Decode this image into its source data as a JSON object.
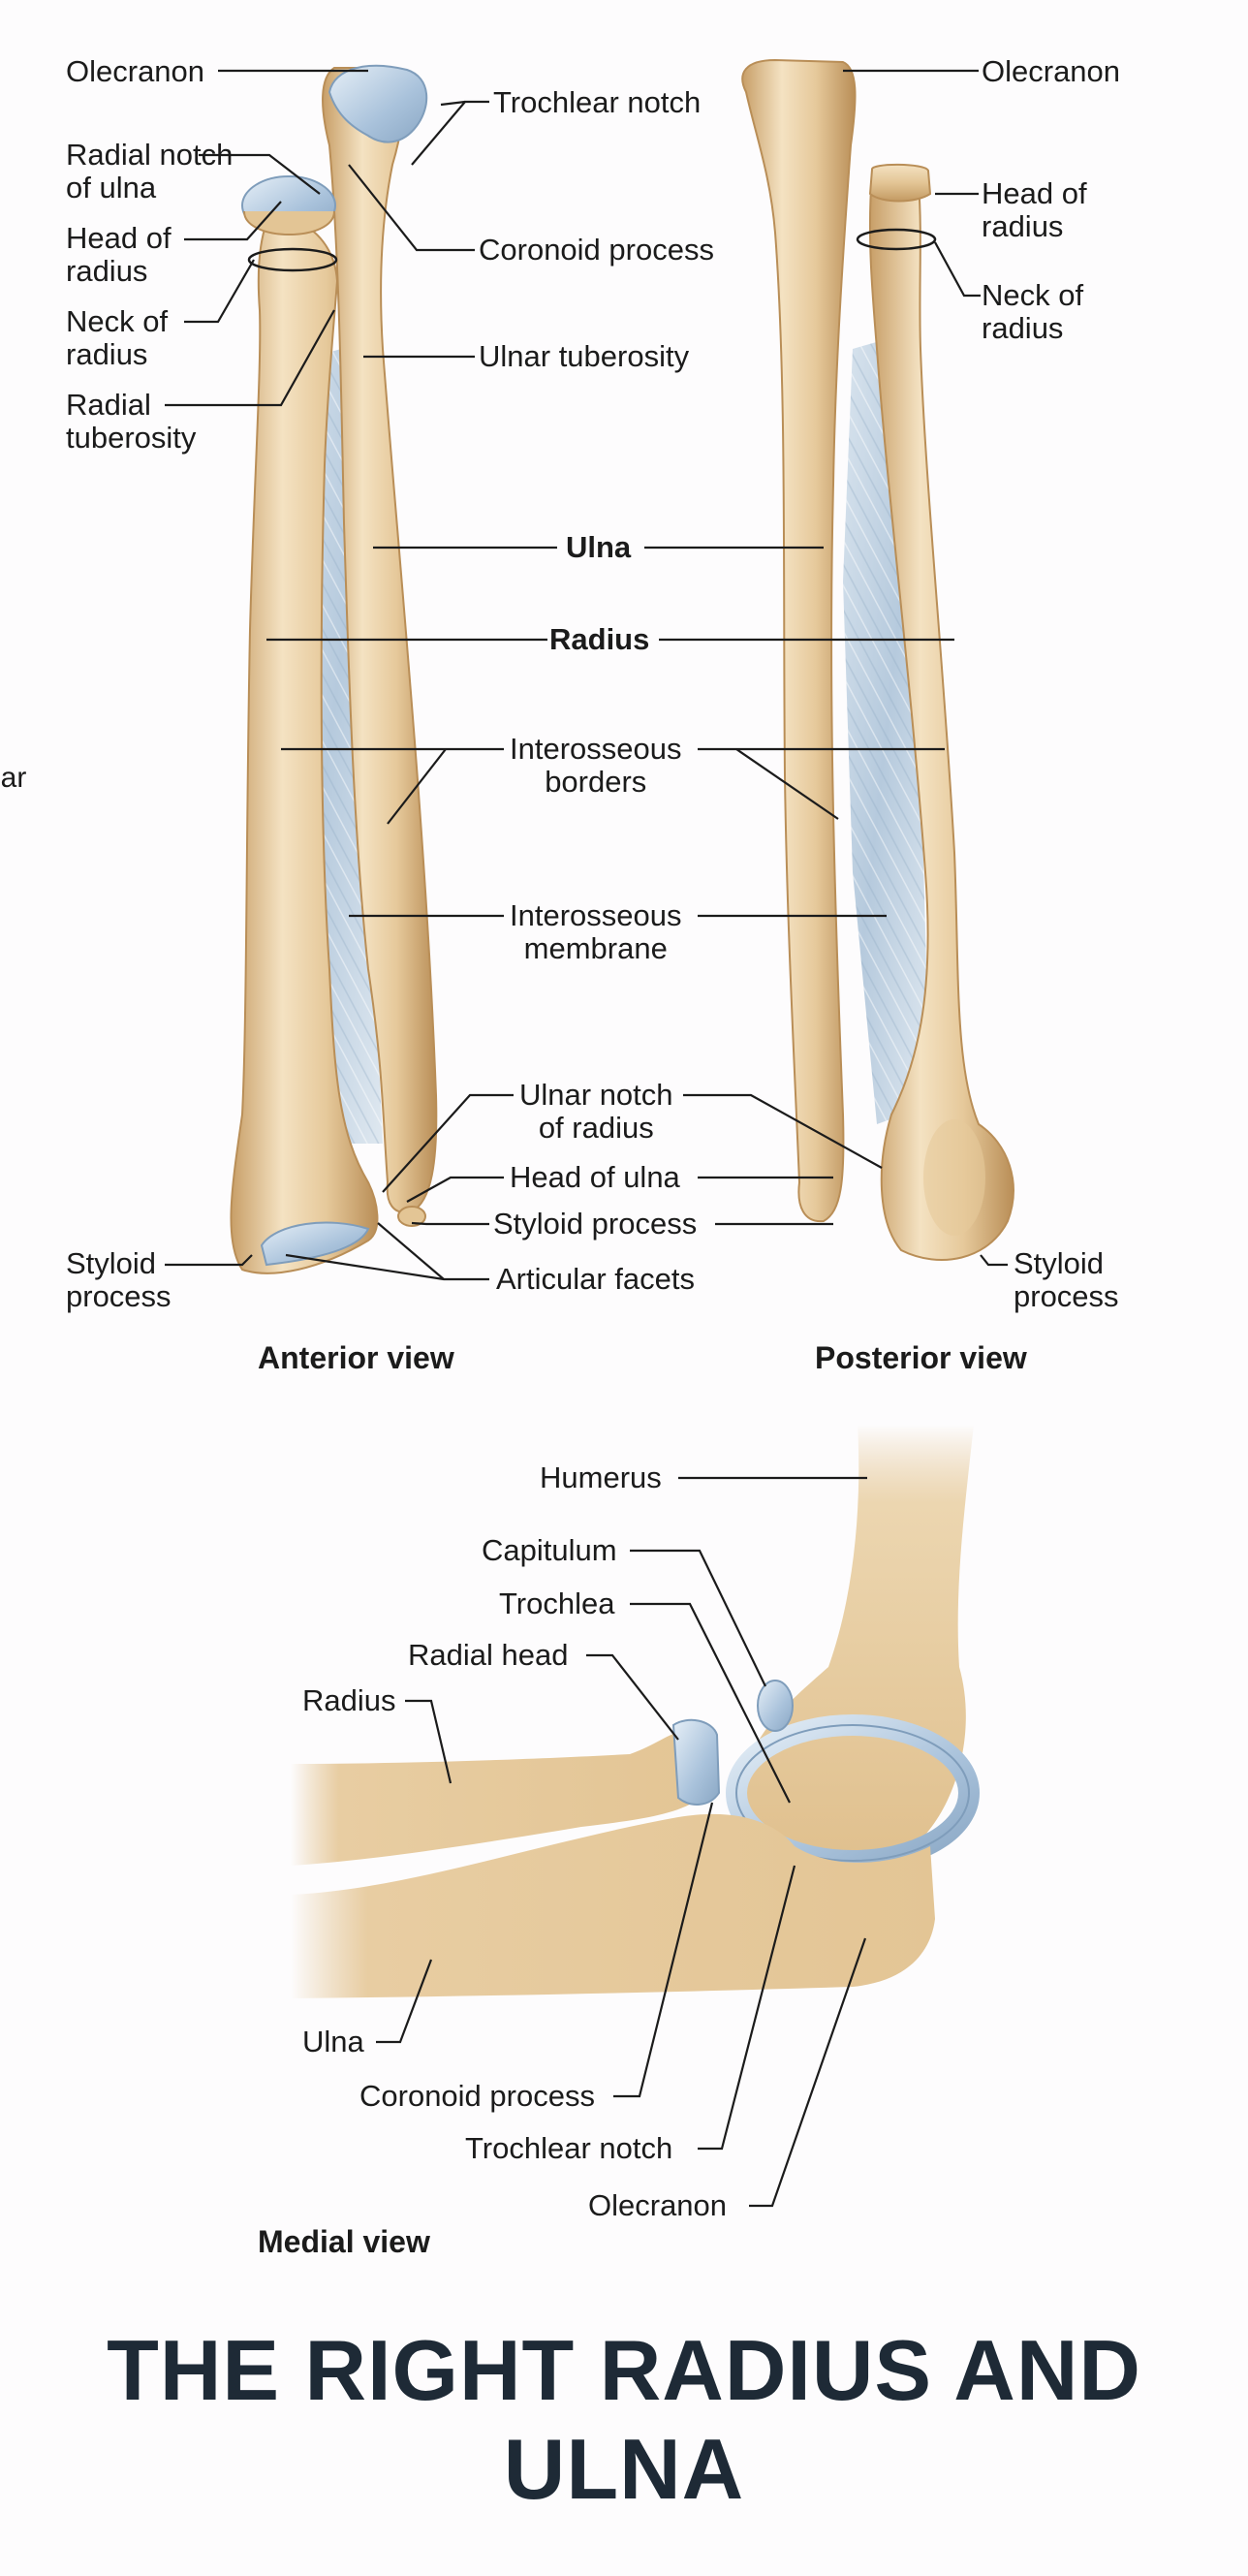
{
  "page": {
    "title": "THE RIGHT RADIUS AND ULNA",
    "clipped_left_text": "lar"
  },
  "views": {
    "anterior": {
      "caption": "Anterior view",
      "labels": {
        "olecranon": "Olecranon",
        "trochlear_notch": "Trochlear notch",
        "radial_notch": "Radial notch\nof ulna",
        "head_of_radius": "Head of\nradius",
        "coronoid_process": "Coronoid process",
        "neck_of_radius": "Neck of\nradius",
        "ulnar_tuberosity": "Ulnar tuberosity",
        "radial_tuberosity": "Radial\ntuberosity",
        "ulna": "Ulna",
        "radius": "Radius",
        "interosseous_borders": "Interosseous\nborders",
        "interosseous_membrane": "Interosseous\nmembrane",
        "ulnar_notch": "Ulnar notch\nof radius",
        "head_of_ulna": "Head of ulna",
        "styloid_process_center": "Styloid process",
        "styloid_process_left": "Styloid\nprocess",
        "articular_facets": "Articular facets"
      }
    },
    "posterior": {
      "caption": "Posterior view",
      "labels": {
        "olecranon": "Olecranon",
        "head_of_radius": "Head of\nradius",
        "neck_of_radius": "Neck of\nradius",
        "styloid_process": "Styloid\nprocess"
      }
    },
    "medial": {
      "caption": "Medial view",
      "labels": {
        "humerus": "Humerus",
        "capitulum": "Capitulum",
        "trochlea": "Trochlea",
        "radial_head": "Radial head",
        "radius": "Radius",
        "ulna": "Ulna",
        "coronoid_process": "Coronoid process",
        "trochlear_notch": "Trochlear notch",
        "olecranon": "Olecranon"
      }
    }
  },
  "colors": {
    "bone": "#e3c595",
    "bone_shadow": "#c89f68",
    "bone_highlight": "#f4e2c2",
    "cartilage": "#b9cfe4",
    "membrane": "#c6d6e4",
    "leader_line": "#1b1b1b",
    "title": "#1e2a36"
  }
}
